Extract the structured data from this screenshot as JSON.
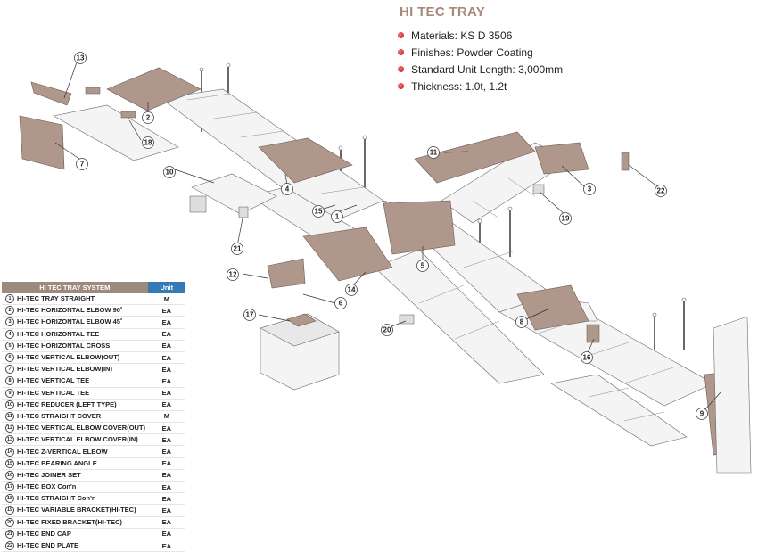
{
  "title": "HI TEC TRAY",
  "specs": [
    "Materials: KS D 3506",
    "Finishes: Powder Coating",
    "Standard Unit Length: 3,000mm",
    "Thickness: 1.0t, 1.2t"
  ],
  "table": {
    "header_name": "HI TEC TRAY SYSTEM",
    "header_unit": "Unit",
    "rows": [
      {
        "no": "1",
        "name": "HI-TEC TRAY STRAIGHT",
        "unit": "M"
      },
      {
        "no": "2",
        "name": "HI-TEC HORIZONTAL ELBOW 90˚",
        "unit": "EA"
      },
      {
        "no": "3",
        "name": "HI-TEC HORIZONTAL ELBOW 45˚",
        "unit": "EA"
      },
      {
        "no": "4",
        "name": "HI-TEC HORIZONTAL TEE",
        "unit": "EA"
      },
      {
        "no": "5",
        "name": "HI-TEC HORIZONTAL CROSS",
        "unit": "EA"
      },
      {
        "no": "6",
        "name": "HI-TEC VERTICAL ELBOW(OUT)",
        "unit": "EA"
      },
      {
        "no": "7",
        "name": "HI-TEC VERTICAL ELBOW(IN)",
        "unit": "EA"
      },
      {
        "no": "8",
        "name": "HI-TEC VERTICAL TEE",
        "unit": "EA"
      },
      {
        "no": "9",
        "name": "HI-TEC VERTICAL TEE",
        "unit": "EA"
      },
      {
        "no": "10",
        "name": "HI-TEC REDUCER (LEFT TYPE)",
        "unit": "EA"
      },
      {
        "no": "11",
        "name": "HI-TEC STRAIGHT COVER",
        "unit": "M"
      },
      {
        "no": "12",
        "name": "HI-TEC VERTICAL ELBOW COVER(OUT)",
        "unit": "EA"
      },
      {
        "no": "13",
        "name": "HI-TEC VERTICAL ELBOW COVER(IN)",
        "unit": "EA"
      },
      {
        "no": "14",
        "name": "HI-TEC Z-VERTICAL ELBOW",
        "unit": "EA"
      },
      {
        "no": "15",
        "name": "HI-TEC BEARING ANGLE",
        "unit": "EA"
      },
      {
        "no": "16",
        "name": "HI-TEC JOINER SET",
        "unit": "EA"
      },
      {
        "no": "17",
        "name": "HI-TEC BOX Con'n",
        "unit": "EA"
      },
      {
        "no": "18",
        "name": "HI-TEC STRAIGHT Con'n",
        "unit": "EA"
      },
      {
        "no": "19",
        "name": "HI-TEC VARIABLE BRACKET(HI-TEC)",
        "unit": "EA"
      },
      {
        "no": "20",
        "name": "HI-TEC FIXED BRACKET(HI-TEC)",
        "unit": "EA"
      },
      {
        "no": "21",
        "name": "HI-TEC END CAP",
        "unit": "EA"
      },
      {
        "no": "22",
        "name": "HI-TEC END PLATE",
        "unit": "EA"
      }
    ]
  },
  "callouts": [
    "1",
    "2",
    "3",
    "4",
    "5",
    "6",
    "7",
    "8",
    "9",
    "10",
    "11",
    "12",
    "13",
    "14",
    "15",
    "16",
    "17",
    "18",
    "19",
    "20",
    "21",
    "22"
  ],
  "colors": {
    "title": "#a8897a",
    "table_header_name": "#9c8a7e",
    "table_header_unit": "#3579b8",
    "fitting": "#b0978b",
    "bullet": "#d02020"
  }
}
